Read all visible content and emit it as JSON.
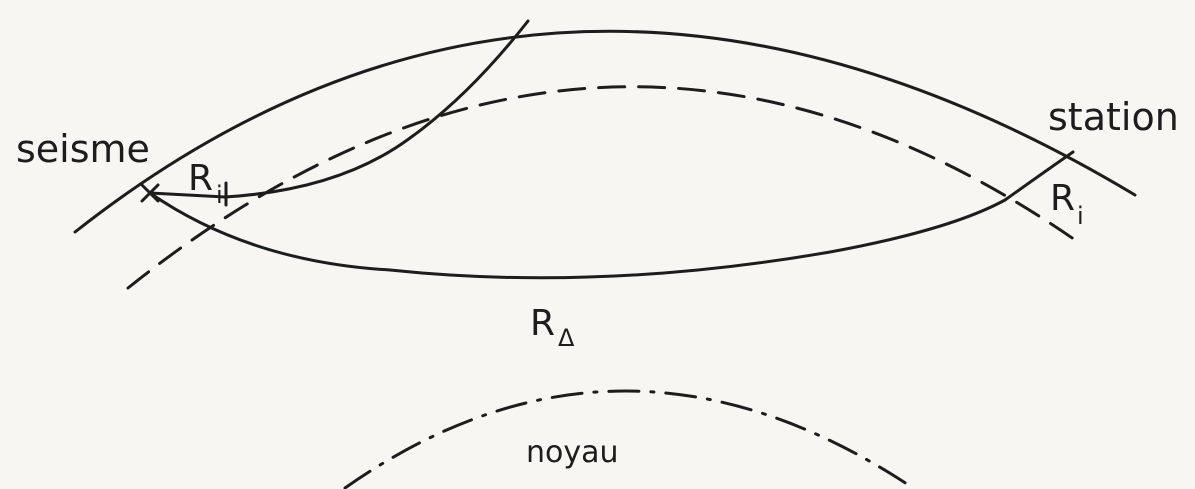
{
  "labels": {
    "seisme": "seisme",
    "station": "station",
    "ri_left": "R",
    "ri_left_sub": "i",
    "ri_right": "R",
    "ri_right_sub": "i",
    "r_delta": "R",
    "r_delta_sub": "Δ",
    "core": "noyau"
  }
}
